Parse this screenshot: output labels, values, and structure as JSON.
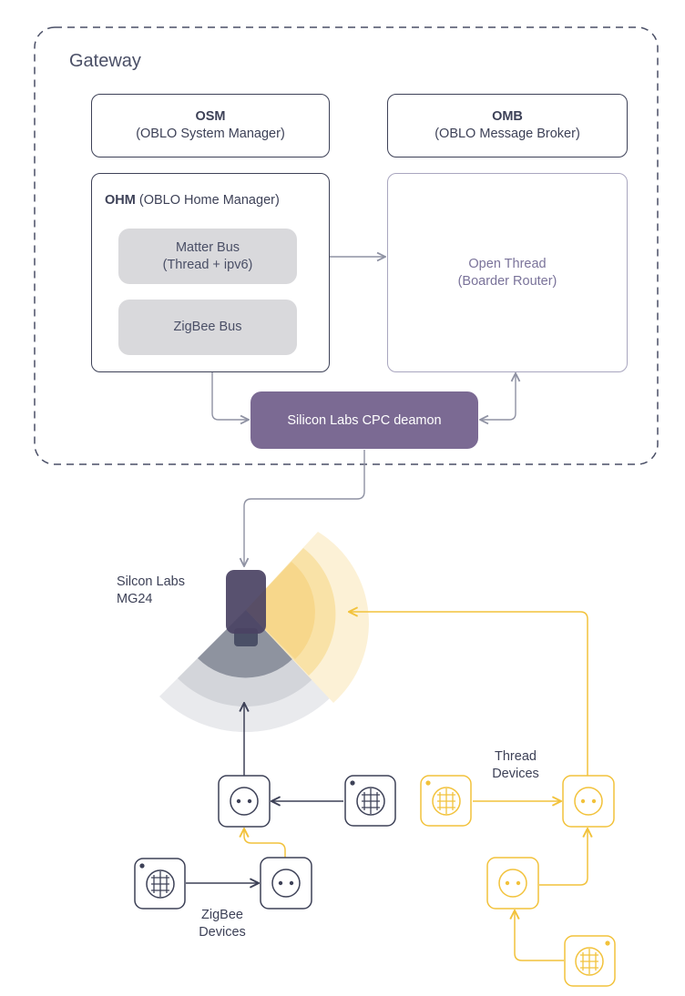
{
  "gateway": {
    "title": "Gateway"
  },
  "osm": {
    "name": "OSM",
    "desc": "(OBLO System Manager)"
  },
  "omb": {
    "name": "OMB",
    "desc": "(OBLO Message Broker)"
  },
  "ohm": {
    "name": "OHM",
    "desc": " (OBLO Home Manager)"
  },
  "matter_bus": {
    "line1": "Matter Bus",
    "line2": "(Thread + ipv6)"
  },
  "zigbee_bus": {
    "label": "ZigBee Bus"
  },
  "open_thread": {
    "line1": "Open Thread",
    "line2": "(Boarder Router)"
  },
  "cpc_daemon": {
    "label": "Silicon Labs CPC deamon"
  },
  "radio": {
    "line1": "Silcon Labs",
    "line2": "MG24"
  },
  "thread_devices": {
    "line1": "Thread",
    "line2": "Devices"
  },
  "zigbee_devices": {
    "line1": "ZigBee",
    "line2": "Devices"
  },
  "colors": {
    "dark": "#3d4157",
    "purple": "#7b6a93",
    "thread_yellow": "#f2c23b",
    "bus_gray": "#d9d9dc"
  },
  "icons": [
    "socket-icon",
    "light-grid-icon",
    "usb-dongle-icon",
    "signal-arc-icon"
  ]
}
